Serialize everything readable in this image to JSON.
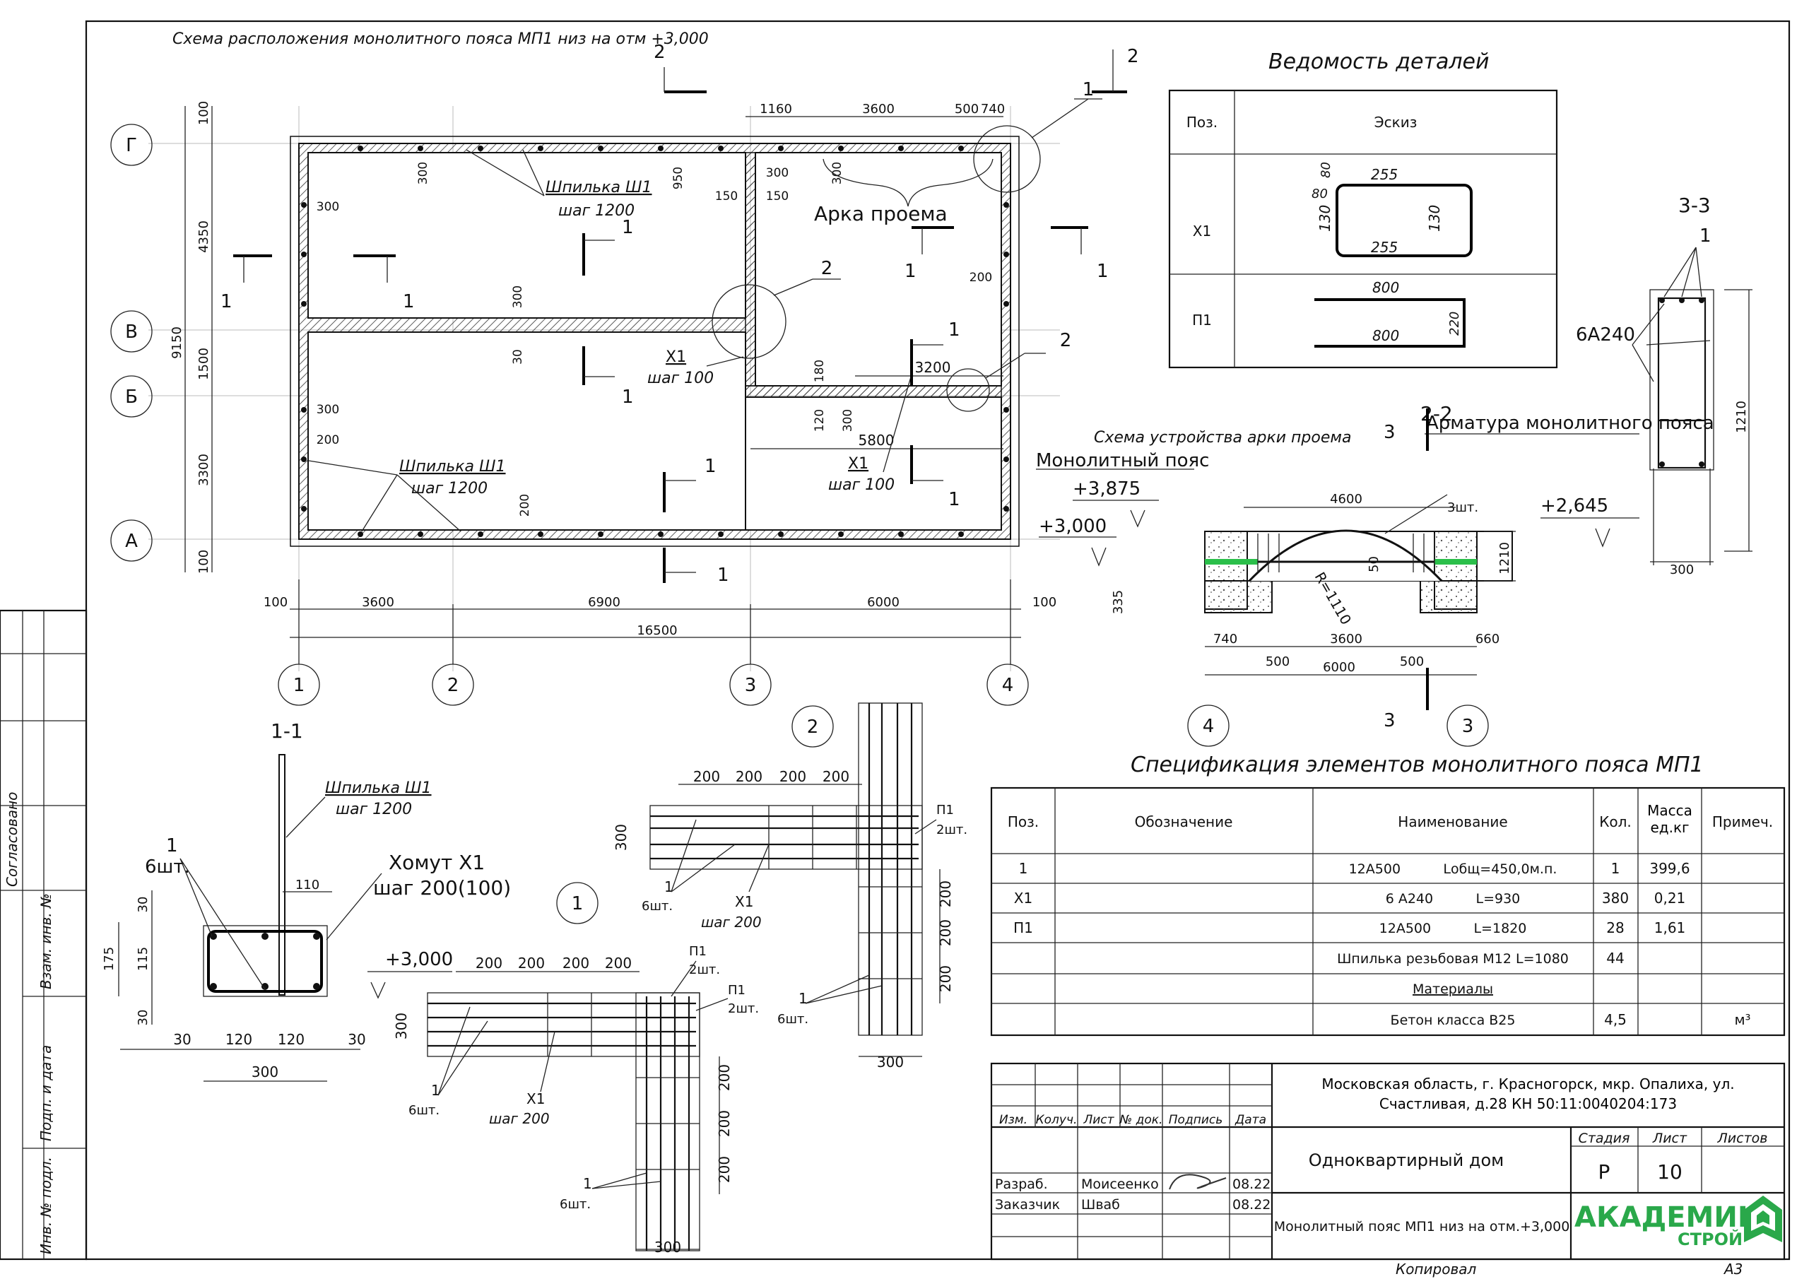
{
  "plan": {
    "title": "Схема расположения монолитного пояса МП1 низ на отм +3,000",
    "axes_h": [
      "Г",
      "В",
      "Б",
      "А"
    ],
    "axes_v": [
      "1",
      "2",
      "3",
      "4"
    ],
    "dims_bottom": [
      "100",
      "3600",
      "6900",
      "6000",
      "100"
    ],
    "dim_total": "16500",
    "dims_left": [
      "100",
      "4350",
      "1500",
      "3300",
      "100"
    ],
    "dim_left_total": "9150",
    "dims_top": [
      "1160",
      "3600",
      "500",
      "740"
    ],
    "dims_misc": [
      "300",
      "950",
      "300",
      "150",
      "150",
      "300",
      "300",
      "300",
      "200",
      "300",
      "30",
      "180",
      "120",
      "300",
      "300",
      "200",
      "3200",
      "5800",
      "200"
    ],
    "pin_label_1": "Шпилька Ш1",
    "pin_step_1": "шаг 1200",
    "pin_label_2": "Шпилька Ш1",
    "pin_step_2": "шаг 1200",
    "x1_label_1": "Х1",
    "x1_step_1": "шаг 100",
    "x1_label_2": "Х1",
    "x1_step_2": "шаг 100",
    "arch_label": "Арка проема",
    "section_marks": [
      "1",
      "2"
    ],
    "callouts": [
      "1",
      "2",
      "2"
    ]
  },
  "details": {
    "title": "Ведомость деталей",
    "col_pos": "Поз.",
    "col_sketch": "Эскиз",
    "rows": [
      {
        "pos": "Х1",
        "dims": [
          "80",
          "80",
          "255",
          "130",
          "130",
          "255"
        ]
      },
      {
        "pos": "П1",
        "dims": [
          "800",
          "800",
          "220"
        ]
      }
    ]
  },
  "section33": {
    "title": "3-3",
    "callout": "1",
    "rebar": "6А240",
    "height": "1210",
    "width": "300",
    "level": "+2,645"
  },
  "section22": {
    "title": "2-2",
    "subtitle": "Схема устройства арки проема",
    "belt": "Монолитный пояс",
    "reinf": "Арматура монолитного пояса",
    "level1": "+3,875",
    "level2": "+3,000",
    "dims": [
      "4600",
      "3шт.",
      "50",
      "R=1110",
      "1210",
      "335",
      "740",
      "3600",
      "660",
      "500",
      "6000",
      "500"
    ],
    "cut": "3",
    "axes": [
      "4",
      "3"
    ]
  },
  "section11": {
    "title": "1-1",
    "pin": "Шпилька Ш1",
    "pin_step": "шаг 1200",
    "clamp": "Хомут Х1",
    "clamp_step": "шаг 200(100)",
    "count_num": "1",
    "count": "6шт.",
    "dims": [
      "110",
      "30",
      "115",
      "175",
      "30",
      "30",
      "120",
      "120",
      "30",
      "300"
    ]
  },
  "node1": {
    "num": "1",
    "level": "+3,000",
    "dims": [
      "200",
      "200",
      "200",
      "200",
      "300",
      "200",
      "200",
      "200",
      "300"
    ],
    "p1a": "П1",
    "p1a_cnt": "2шт.",
    "p1b": "П1",
    "p1b_cnt": "2шт.",
    "x1": "Х1",
    "x1_step": "шаг 200",
    "cnt_num": "1",
    "cnt": "6шт.",
    "cnt2_num": "1",
    "cnt2": "6шт."
  },
  "node2": {
    "num": "2",
    "dims": [
      "200",
      "200",
      "200",
      "200",
      "300",
      "200",
      "200",
      "200",
      "300"
    ],
    "p1": "П1",
    "p1_cnt": "2шт.",
    "x1": "Х1",
    "x1_step": "шаг 200",
    "cnt_num": "1",
    "cnt": "6шт.",
    "cnt2_num": "1",
    "cnt2": "6шт."
  },
  "spec": {
    "title": "Спецификация элементов монолитного пояса МП1",
    "headers": [
      "Поз.",
      "Обозначение",
      "Наименование",
      "Кол.",
      "Масса ед.кг",
      "Примеч."
    ],
    "rows": [
      {
        "pos": "1",
        "name": "12А500          Lобщ=450,0м.п.",
        "qty": "1",
        "mass": "399,6",
        "note": ""
      },
      {
        "pos": "Х1",
        "name": "6 А240          L=930",
        "qty": "380",
        "mass": "0,21",
        "note": ""
      },
      {
        "pos": "П1",
        "name": "12А500          L=1820",
        "qty": "28",
        "mass": "1,61",
        "note": ""
      },
      {
        "pos": "",
        "name": "Шпилька резьбовая М12 L=1080",
        "qty": "44",
        "mass": "",
        "note": ""
      },
      {
        "pos": "",
        "name": "Материалы",
        "qty": "",
        "mass": "",
        "note": ""
      },
      {
        "pos": "",
        "name": "Бетон класса В25",
        "qty": "4,5",
        "mass": "",
        "note": "м³"
      }
    ]
  },
  "stamp": {
    "address": "Московская область, г. Красногорск, мкр. Опалиха, ул. Счастливая, д.28 КН 50:11:0040204:173",
    "cols": [
      "Изм.",
      "Колуч.",
      "Лист",
      "№ док.",
      "Подпись",
      "Дата"
    ],
    "object": "Одноквартирный дом",
    "sheet_title": "Монолитный пояс МП1 низ на отм.+3,000",
    "stage_h": "Стадия",
    "sheet_h": "Лист",
    "sheets_h": "Листов",
    "stage": "Р",
    "sheet": "10",
    "dev_role": "Разраб.",
    "dev_name": "Моисеенко",
    "dev_date": "08.22",
    "cust_role": "Заказчик",
    "cust_name": "Шваб",
    "cust_date": "08.22",
    "logo_main": "АКАДЕМИК",
    "logo_sub": "СТРОЙ",
    "copied": "Копировал",
    "format": "А3"
  },
  "side": {
    "agreed": "Согласовано",
    "inv_vz": "Взам. инв. №",
    "sign_date": "Подп. и дата",
    "inv_orig": "Инв. № подл."
  },
  "colors": {
    "accent_green": "#2bbf4a",
    "line": "#111111",
    "logo_green": "#2aa84a"
  }
}
